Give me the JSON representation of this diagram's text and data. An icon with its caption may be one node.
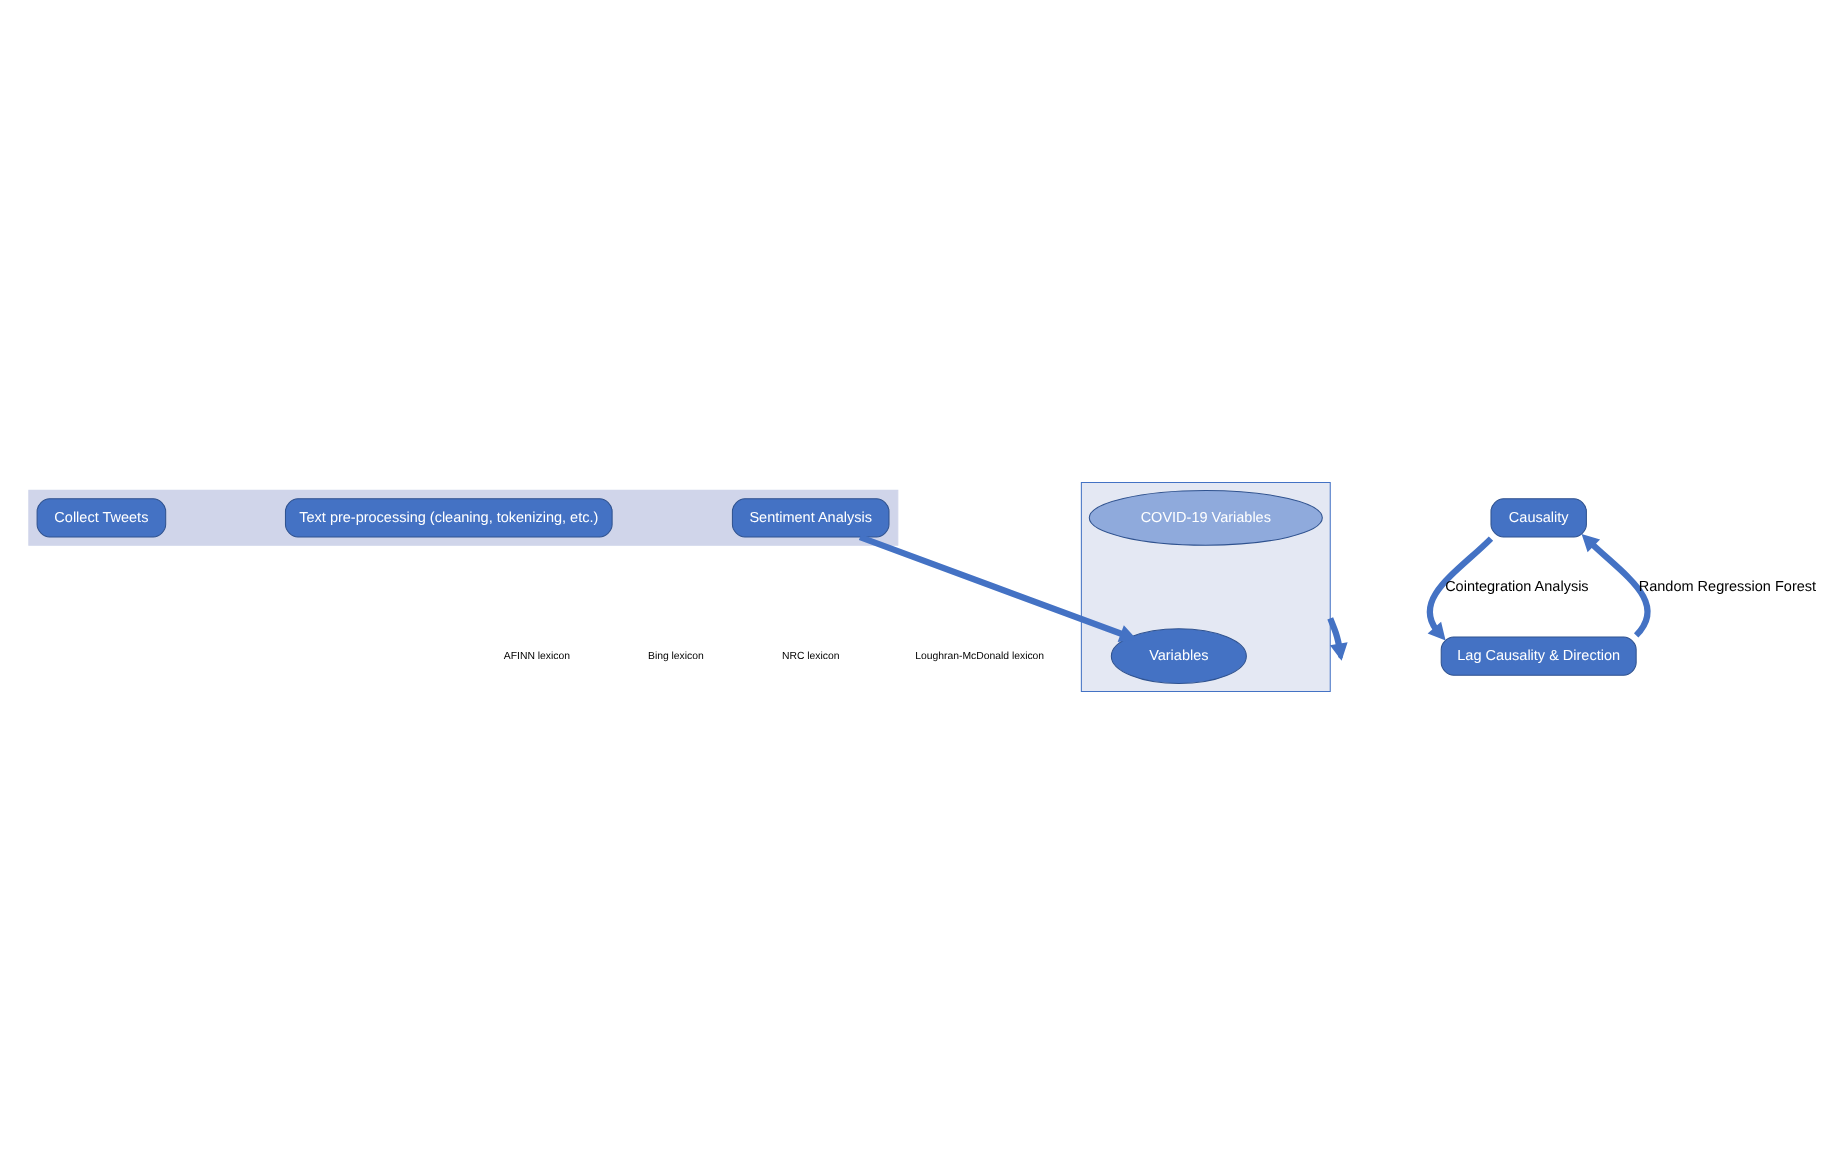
{
  "diagram": {
    "nodes": [
      {
        "text": [],
        "shape": "arrow"
      },
      {
        "text": [
          "Collect Tweets"
        ],
        "in": 0
      },
      {
        "text": [
          "Text pre-processing (cleaning, tokenizing, etc.)"
        ],
        "in": 0
      },
      {
        "text": [
          "Sentiment Analysis"
        ],
        "in": 0
      },
      {
        "text": [],
        "shape": "funnel"
      },
      {
        "text": [
          "Variables"
        ],
        "in": 4
      },
      {
        "text": [
          "COVID-19 Variables"
        ],
        "in": 4
      },
      {
        "text": [
          "Causality"
        ]
      },
      {
        "text": [
          "Lag Causality & Direction"
        ]
      }
    ],
    "edges": [
      {
        "from": 3,
        "to": 5,
        "arrow": "to"
      },
      {
        "from": 4,
        "to": null,
        "arrow": "to"
      },
      {
        "from": 8,
        "to": 7,
        "arrow": "to",
        "label": "Random Regression Forest"
      },
      {
        "from": 7,
        "to": 8,
        "arrow": "to",
        "label": "Cointegration Analysis"
      }
    ],
    "labels": [
      "AFINN lexicon",
      "Bing lexicon",
      "NRC lexicon",
      "Loughran-McDonald lexicon"
    ]
  }
}
